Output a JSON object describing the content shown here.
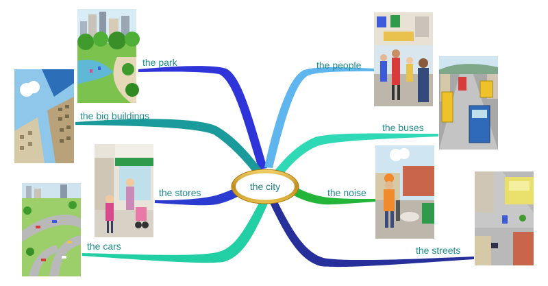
{
  "center": {
    "label": "the city"
  },
  "branches": [
    {
      "id": "park",
      "label": "the park",
      "color": "#2f34d8"
    },
    {
      "id": "big-buildings",
      "label": "the big buildings",
      "color": "#1a9a9a"
    },
    {
      "id": "stores",
      "label": "the stores",
      "color": "#2b3bd0"
    },
    {
      "id": "cars",
      "label": "the cars",
      "color": "#22cfa5"
    },
    {
      "id": "people",
      "label": "the people",
      "color": "#5fb5ee"
    },
    {
      "id": "buses",
      "label": "the buses",
      "color": "#2fd9b5"
    },
    {
      "id": "noise",
      "label": "the noise",
      "color": "#22b53a"
    },
    {
      "id": "streets",
      "label": "the streets",
      "color": "#27309a"
    }
  ],
  "images": [
    {
      "name": "park-illustration",
      "depicts": "park"
    },
    {
      "name": "big-buildings-illustration",
      "depicts": "big buildings"
    },
    {
      "name": "stores-illustration",
      "depicts": "stores"
    },
    {
      "name": "cars-illustration",
      "depicts": "cars"
    },
    {
      "name": "people-illustration",
      "depicts": "people"
    },
    {
      "name": "buses-illustration",
      "depicts": "buses"
    },
    {
      "name": "noise-illustration",
      "depicts": "noise"
    },
    {
      "name": "streets-illustration",
      "depicts": "streets"
    }
  ]
}
